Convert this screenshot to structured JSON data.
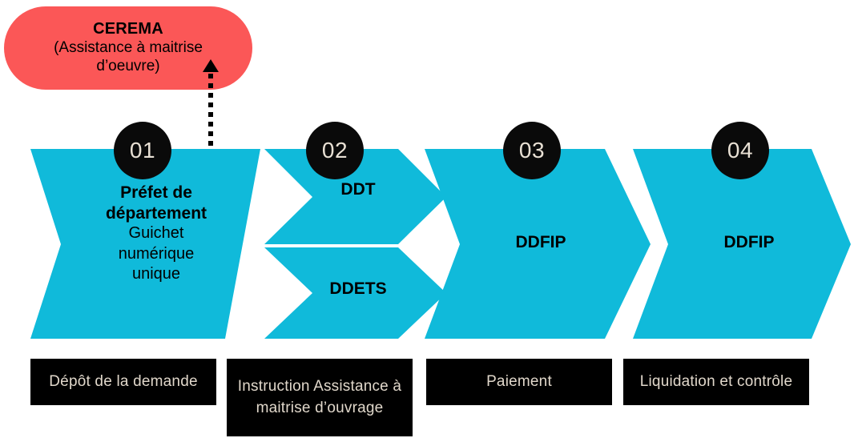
{
  "colors": {
    "chevron": "#10bada",
    "accent_red": "#fb5757",
    "badge_bg": "#0a0a0a",
    "badge_text": "#e8e0d4",
    "caption_bg": "#000000",
    "caption_text": "#e0d7ca",
    "page_bg": "#ffffff"
  },
  "cerema": {
    "title": "CEREMA",
    "subtitle_line1": "(Assistance à maitrise",
    "subtitle_line2": "d’oeuvre)"
  },
  "arrow": {
    "name": "dotted-arrow-up",
    "style": "dotted",
    "direction": "up",
    "from_step": "01",
    "to": "CEREMA"
  },
  "steps": [
    {
      "number": "01",
      "title": "Préfet de",
      "title_line2": "département",
      "detail_line1": "Guichet",
      "detail_line2": "numérique",
      "detail_line3": "unique",
      "caption": "Dépôt de la demande"
    },
    {
      "number": "02",
      "title_top": "DDT",
      "title_bottom": "DDETS",
      "caption": "Instruction Assistance à maitrise d’ouvrage"
    },
    {
      "number": "03",
      "title": "DDFIP",
      "caption": "Paiement"
    },
    {
      "number": "04",
      "title": "DDFIP",
      "caption": "Liquidation et contrôle"
    }
  ]
}
